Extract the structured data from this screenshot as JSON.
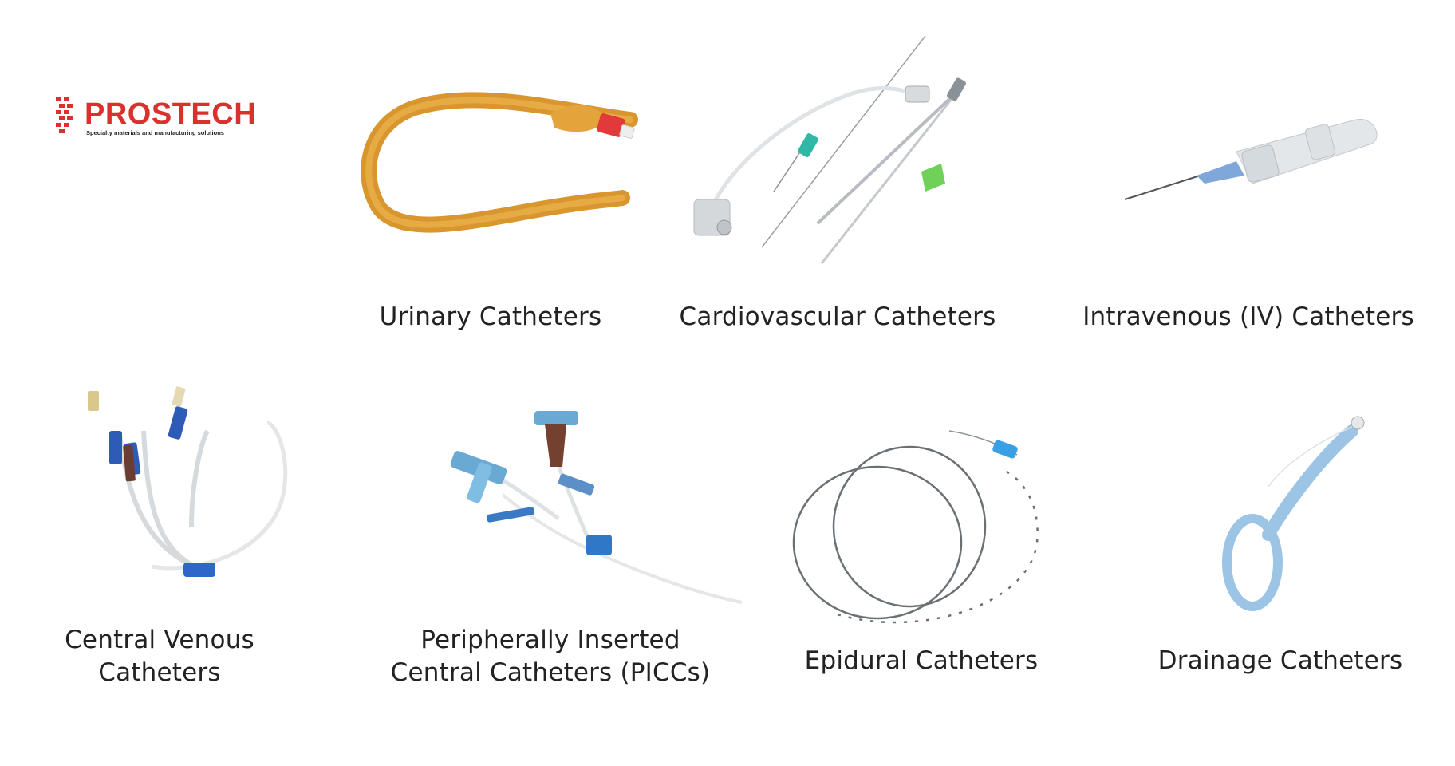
{
  "logo": {
    "name": "PROSTECH",
    "tagline": "Specialty materials and manufacturing solutions",
    "color": "#d9322e"
  },
  "products": [
    {
      "label_lines": [
        "Urinary Catheters"
      ]
    },
    {
      "label_lines": [
        "Cardiovascular Catheters"
      ]
    },
    {
      "label_lines": [
        "Intravenous (IV) Catheters"
      ]
    },
    {
      "label_lines": [
        "Central Venous",
        "Catheters"
      ]
    },
    {
      "label_lines": [
        "Peripherally Inserted",
        "Central Catheters (PICCs)"
      ]
    },
    {
      "label_lines": [
        "Epidural Catheters"
      ]
    },
    {
      "label_lines": [
        "Drainage Catheters"
      ]
    }
  ]
}
